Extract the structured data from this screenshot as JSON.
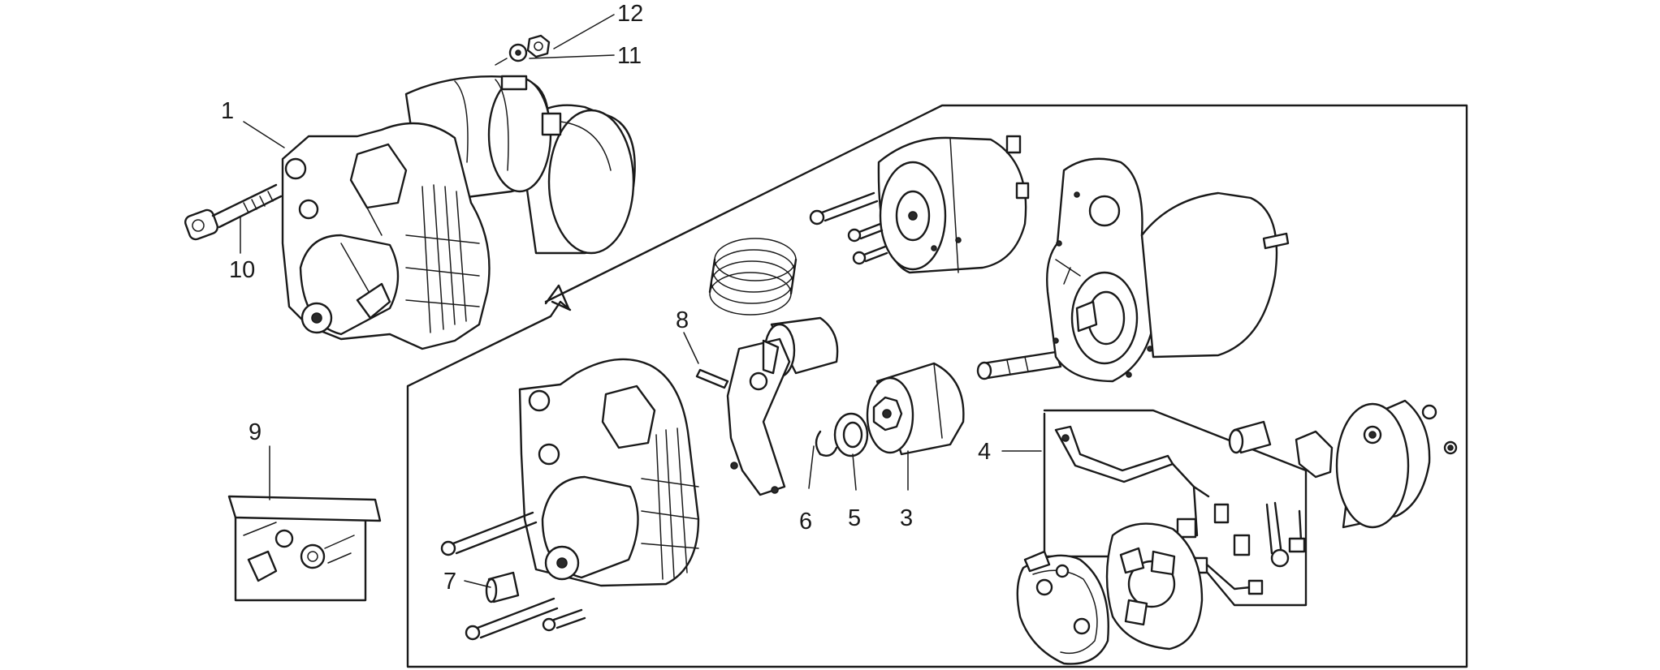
{
  "diagram": {
    "callouts": [
      {
        "id": "1",
        "text": "1"
      },
      {
        "id": "3",
        "text": "3"
      },
      {
        "id": "4",
        "text": "4"
      },
      {
        "id": "5",
        "text": "5"
      },
      {
        "id": "6",
        "text": "6"
      },
      {
        "id": "7",
        "text": "7"
      },
      {
        "id": "8",
        "text": "8"
      },
      {
        "id": "9",
        "text": "9"
      },
      {
        "id": "10",
        "text": "10"
      },
      {
        "id": "11",
        "text": "11"
      },
      {
        "id": "12",
        "text": "12"
      }
    ]
  }
}
